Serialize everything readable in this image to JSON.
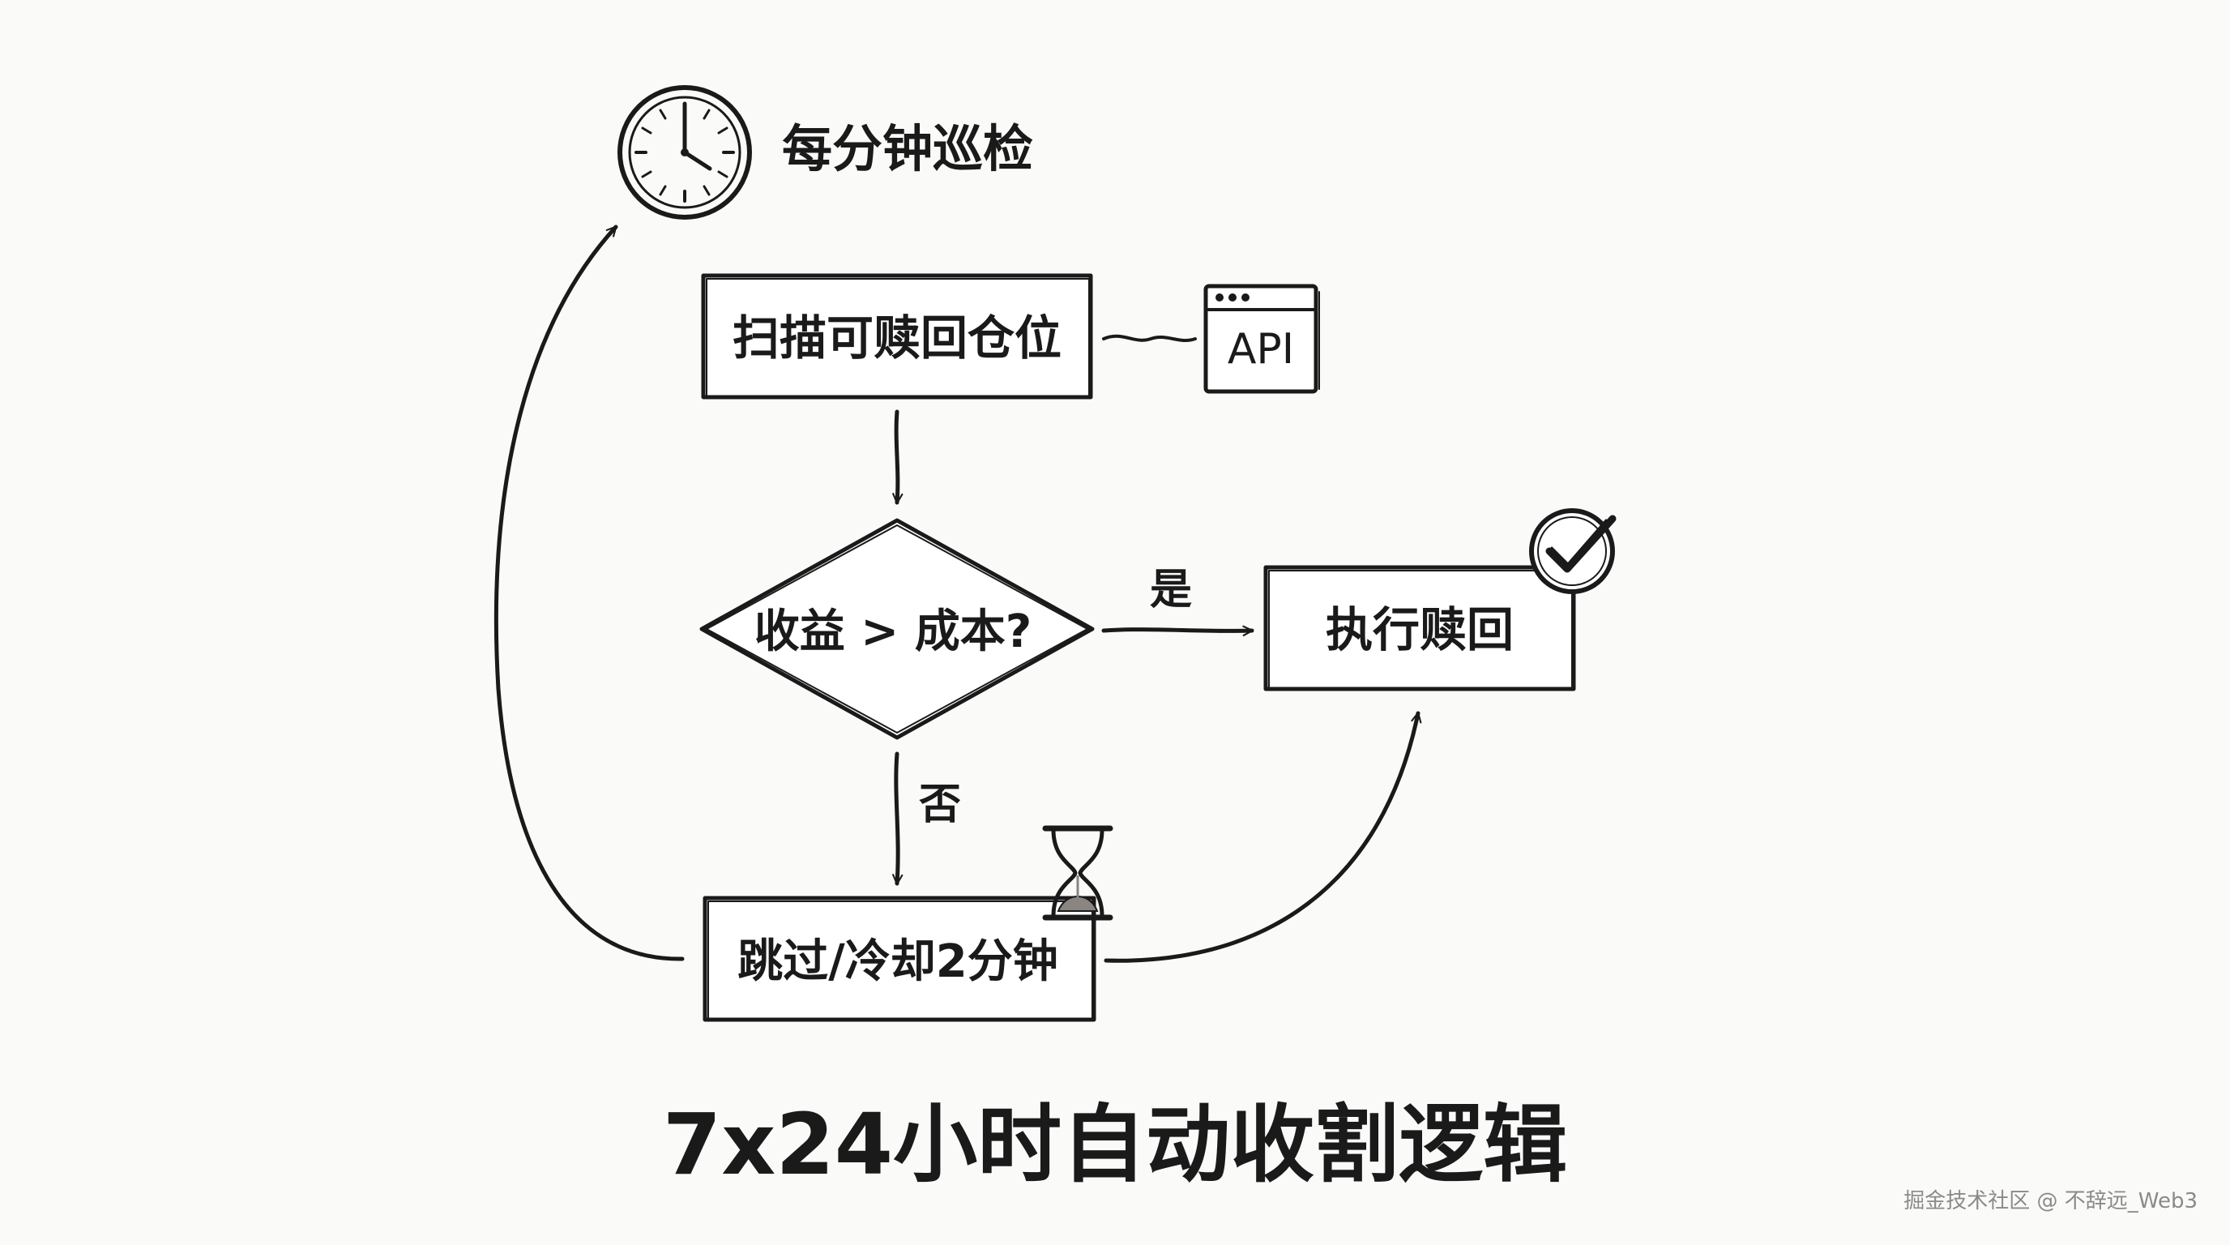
{
  "title": "7x24小时自动收割逻辑",
  "nodes": {
    "trigger": {
      "label": "每分钟巡检",
      "icon": "clock-icon"
    },
    "scan": {
      "label": "扫描可赎回仓位"
    },
    "api": {
      "label": "API",
      "icon": "browser-window-icon"
    },
    "decision": {
      "label": "收益 > 成本?"
    },
    "execute": {
      "label": "执行赎回",
      "icon": "checkmark-circle-icon"
    },
    "cooldown": {
      "label": "跳过/冷却2分钟",
      "icon": "hourglass-icon"
    }
  },
  "edges": {
    "yes_label": "是",
    "no_label": "否"
  },
  "watermark": "掘金技术社区 @ 不辞远_Web3",
  "colors": {
    "ink": "#1a1a1a",
    "background": "#fafaf8",
    "watermark": "#8a8a8a"
  }
}
